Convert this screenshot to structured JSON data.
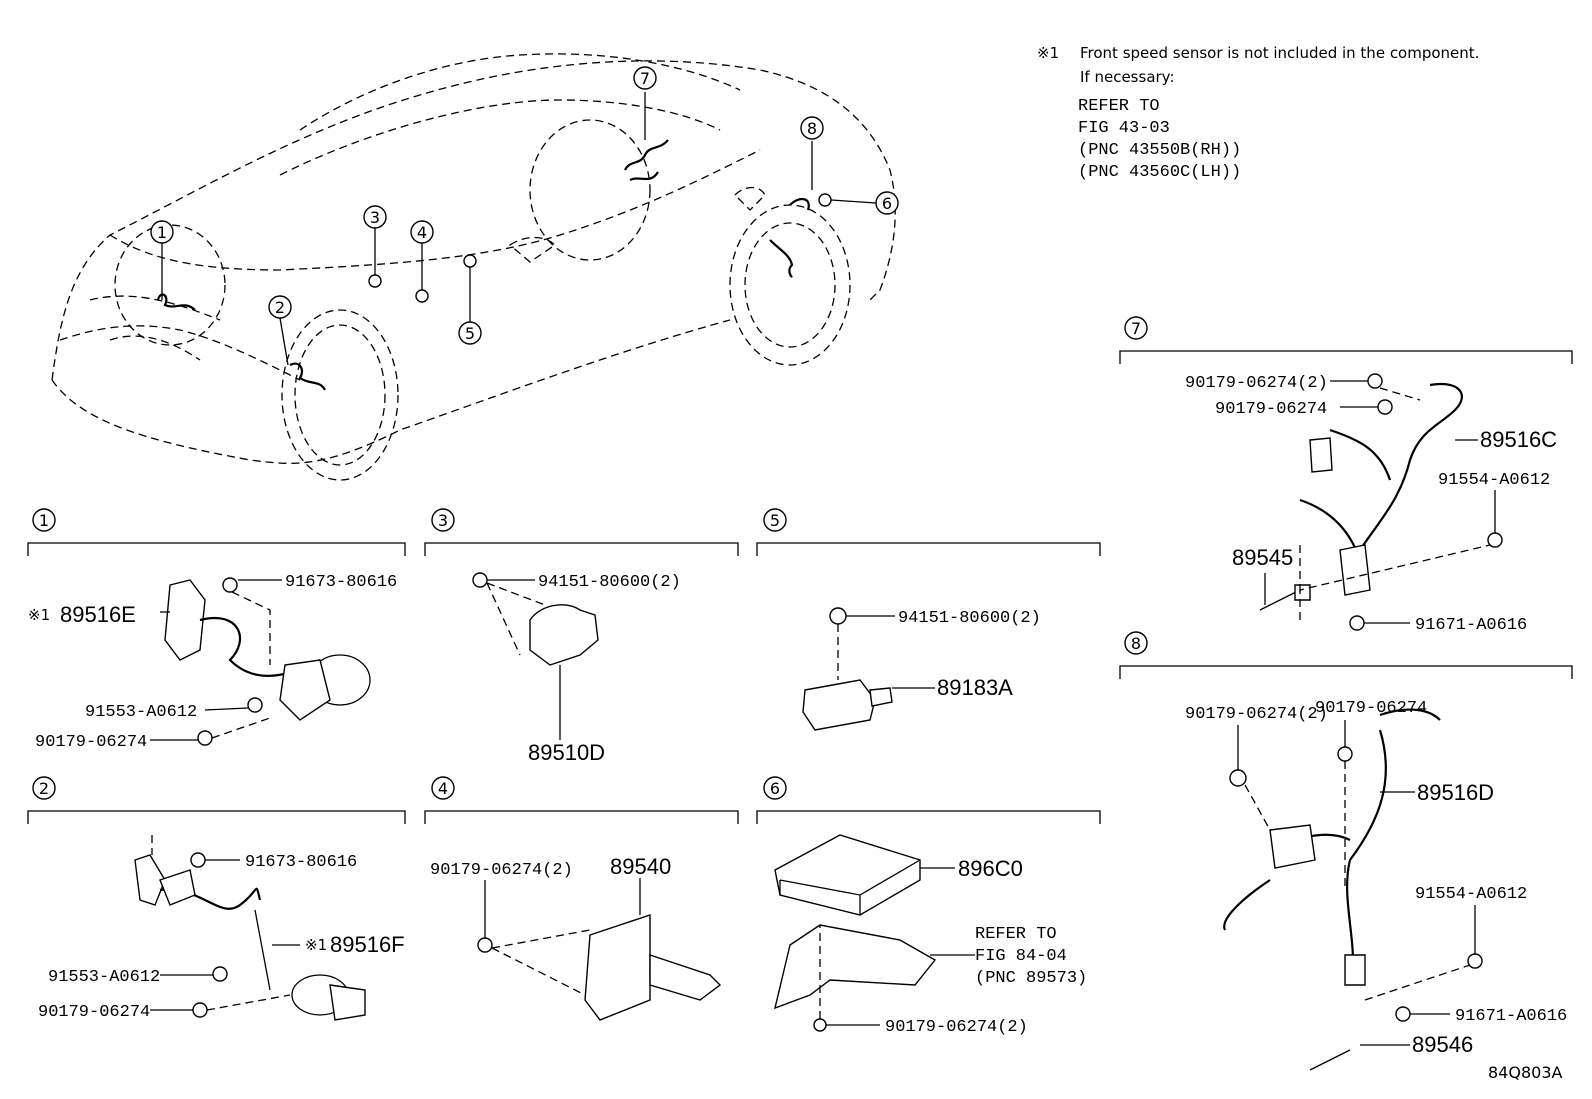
{
  "note": {
    "mark": "※1",
    "line1": "Front speed sensor is not included in the component.",
    "line2": "If necessary:",
    "refer": "REFER TO",
    "fig": "FIG 43-03",
    "pnc1": "(PNC 43550B(RH))",
    "pnc2": "(PNC 43560C(LH))"
  },
  "car_callouts": [
    "1",
    "2",
    "3",
    "4",
    "5",
    "6",
    "7",
    "8"
  ],
  "sections": {
    "s1": {
      "num": "1",
      "parts": {
        "a": "91673-80616",
        "b": "89516E",
        "mark": "※1",
        "c": "91553-A0612",
        "d": "90179-06274"
      }
    },
    "s2": {
      "num": "2",
      "parts": {
        "a": "91673-80616",
        "b": "89516F",
        "mark": "※1",
        "c": "91553-A0612",
        "d": "90179-06274"
      }
    },
    "s3": {
      "num": "3",
      "parts": {
        "a": "94151-80600(2)",
        "b": "89510D"
      }
    },
    "s4": {
      "num": "4",
      "parts": {
        "a": "90179-06274(2)",
        "b": "89540"
      }
    },
    "s5": {
      "num": "5",
      "parts": {
        "a": "94151-80600(2)",
        "b": "89183A"
      }
    },
    "s6": {
      "num": "6",
      "parts": {
        "a": "896C0",
        "refer": "REFER TO",
        "fig": "FIG 84-04",
        "pnc": "(PNC 89573)",
        "b": "90179-06274(2)"
      }
    },
    "s7": {
      "num": "7",
      "parts": {
        "a": "90179-06274(2)",
        "b": "90179-06274",
        "c": "89516C",
        "d": "91554-A0612",
        "e": "89545",
        "f": "91671-A0616"
      }
    },
    "s8": {
      "num": "8",
      "parts": {
        "a": "90179-06274",
        "b": "90179-06274(2)",
        "c": "89516D",
        "d": "91554-A0612",
        "e": "91671-A0616",
        "f": "89546"
      }
    }
  },
  "figure_id": "84Q803A"
}
